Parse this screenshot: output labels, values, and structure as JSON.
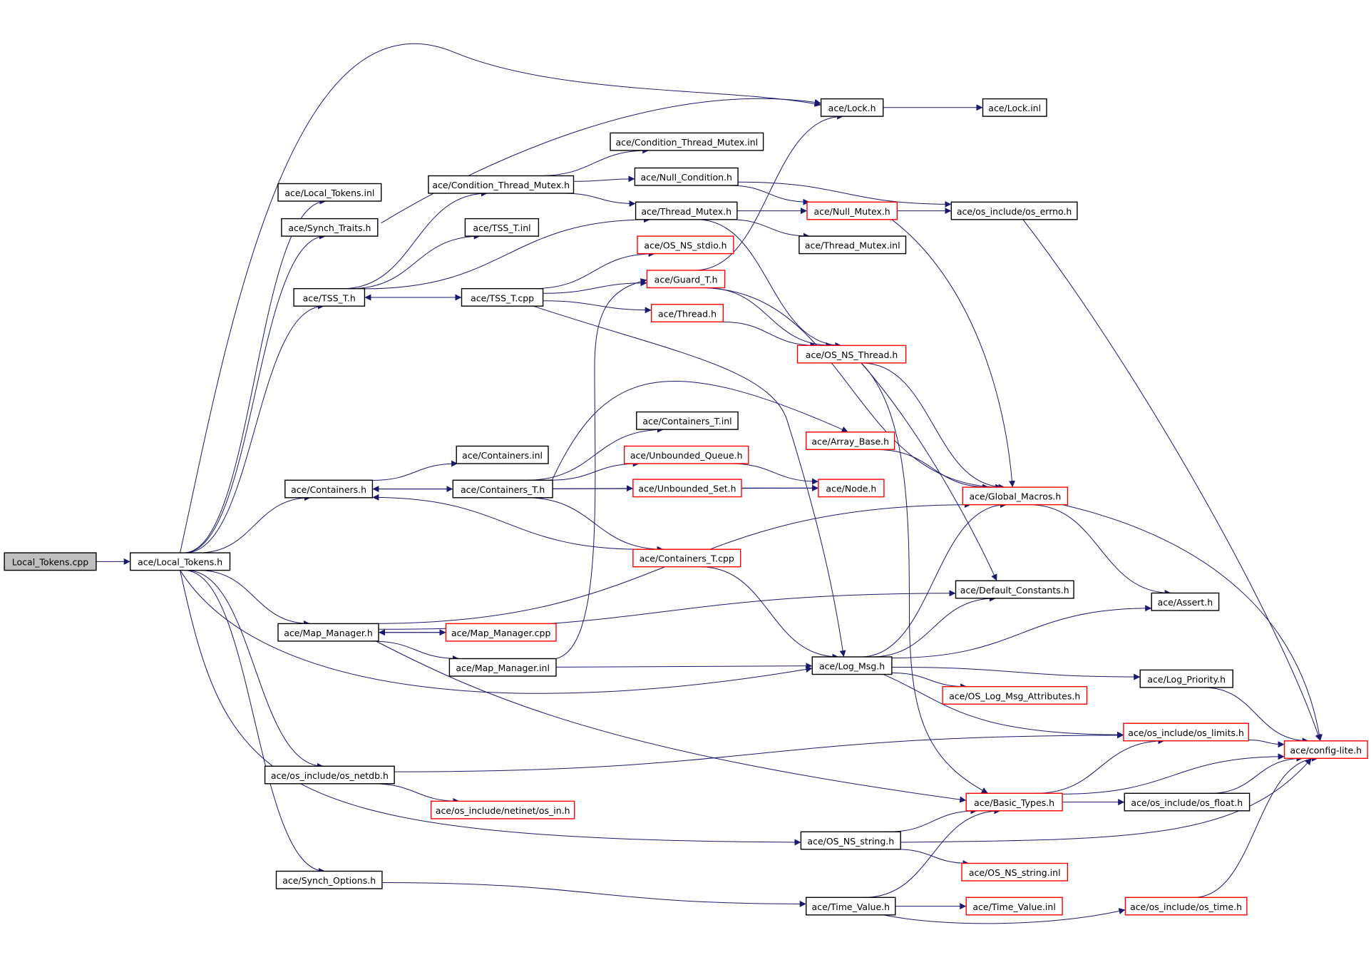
{
  "colors": {
    "edge": "#191970",
    "normal_border": "#000000",
    "truncated_border": "#ff0000",
    "root_fill": "#bfbfbf",
    "node_fill": "#ffffff"
  },
  "nodes": [
    {
      "id": "n_local_tokens_cpp",
      "label": "Local_Tokens.cpp",
      "kind": "root"
    },
    {
      "id": "n_local_tokens_h",
      "label": "ace/Local_Tokens.h",
      "kind": "normal"
    },
    {
      "id": "n_local_tokens_inl",
      "label": "ace/Local_Tokens.inl",
      "kind": "normal"
    },
    {
      "id": "n_synch_traits",
      "label": "ace/Synch_Traits.h",
      "kind": "normal"
    },
    {
      "id": "n_tss_t_h",
      "label": "ace/TSS_T.h",
      "kind": "normal"
    },
    {
      "id": "n_containers_h",
      "label": "ace/Containers.h",
      "kind": "normal"
    },
    {
      "id": "n_map_manager_h",
      "label": "ace/Map_Manager.h",
      "kind": "normal"
    },
    {
      "id": "n_os_netdb",
      "label": "ace/os_include/os_netdb.h",
      "kind": "normal"
    },
    {
      "id": "n_synch_options",
      "label": "ace/Synch_Options.h",
      "kind": "normal"
    },
    {
      "id": "n_lock_h",
      "label": "ace/Lock.h",
      "kind": "normal"
    },
    {
      "id": "n_lock_inl",
      "label": "ace/Lock.inl",
      "kind": "normal"
    },
    {
      "id": "n_cond_mutex_inl",
      "label": "ace/Condition_Thread_Mutex.inl",
      "kind": "normal"
    },
    {
      "id": "n_cond_mutex_h",
      "label": "ace/Condition_Thread_Mutex.h",
      "kind": "normal"
    },
    {
      "id": "n_null_condition",
      "label": "ace/Null_Condition.h",
      "kind": "normal"
    },
    {
      "id": "n_thread_mutex_h",
      "label": "ace/Thread_Mutex.h",
      "kind": "normal"
    },
    {
      "id": "n_null_mutex",
      "label": "ace/Null_Mutex.h",
      "kind": "truncated"
    },
    {
      "id": "n_os_errno",
      "label": "ace/os_include/os_errno.h",
      "kind": "normal"
    },
    {
      "id": "n_thread_mutex_inl",
      "label": "ace/Thread_Mutex.inl",
      "kind": "normal"
    },
    {
      "id": "n_tss_t_inl",
      "label": "ace/TSS_T.inl",
      "kind": "normal"
    },
    {
      "id": "n_os_ns_stdio",
      "label": "ace/OS_NS_stdio.h",
      "kind": "truncated"
    },
    {
      "id": "n_tss_t_cpp",
      "label": "ace/TSS_T.cpp",
      "kind": "normal"
    },
    {
      "id": "n_guard_t",
      "label": "ace/Guard_T.h",
      "kind": "truncated"
    },
    {
      "id": "n_thread_h",
      "label": "ace/Thread.h",
      "kind": "truncated"
    },
    {
      "id": "n_os_ns_thread",
      "label": "ace/OS_NS_Thread.h",
      "kind": "truncated"
    },
    {
      "id": "n_containers_t_inl",
      "label": "ace/Containers_T.inl",
      "kind": "normal"
    },
    {
      "id": "n_array_base",
      "label": "ace/Array_Base.h",
      "kind": "truncated"
    },
    {
      "id": "n_containers_inl",
      "label": "ace/Containers.inl",
      "kind": "normal"
    },
    {
      "id": "n_unbounded_queue",
      "label": "ace/Unbounded_Queue.h",
      "kind": "truncated"
    },
    {
      "id": "n_containers_t_h",
      "label": "ace/Containers_T.h",
      "kind": "normal"
    },
    {
      "id": "n_unbounded_set",
      "label": "ace/Unbounded_Set.h",
      "kind": "truncated"
    },
    {
      "id": "n_node_h",
      "label": "ace/Node.h",
      "kind": "truncated"
    },
    {
      "id": "n_global_macros",
      "label": "ace/Global_Macros.h",
      "kind": "truncated"
    },
    {
      "id": "n_containers_t_cpp",
      "label": "ace/Containers_T.cpp",
      "kind": "truncated"
    },
    {
      "id": "n_default_constants",
      "label": "ace/Default_Constants.h",
      "kind": "normal"
    },
    {
      "id": "n_assert",
      "label": "ace/Assert.h",
      "kind": "normal"
    },
    {
      "id": "n_map_manager_cpp",
      "label": "ace/Map_Manager.cpp",
      "kind": "truncated"
    },
    {
      "id": "n_map_manager_inl",
      "label": "ace/Map_Manager.inl",
      "kind": "normal"
    },
    {
      "id": "n_log_msg",
      "label": "ace/Log_Msg.h",
      "kind": "normal"
    },
    {
      "id": "n_log_priority",
      "label": "ace/Log_Priority.h",
      "kind": "normal"
    },
    {
      "id": "n_os_log_msg_attr",
      "label": "ace/OS_Log_Msg_Attributes.h",
      "kind": "truncated"
    },
    {
      "id": "n_os_limits",
      "label": "ace/os_include/os_limits.h",
      "kind": "truncated"
    },
    {
      "id": "n_config_lite",
      "label": "ace/config-lite.h",
      "kind": "truncated"
    },
    {
      "id": "n_os_in",
      "label": "ace/os_include/netinet/os_in.h",
      "kind": "truncated"
    },
    {
      "id": "n_basic_types",
      "label": "ace/Basic_Types.h",
      "kind": "truncated"
    },
    {
      "id": "n_os_float",
      "label": "ace/os_include/os_float.h",
      "kind": "normal"
    },
    {
      "id": "n_os_ns_string",
      "label": "ace/OS_NS_string.h",
      "kind": "normal"
    },
    {
      "id": "n_os_ns_string_inl",
      "label": "ace/OS_NS_string.inl",
      "kind": "truncated"
    },
    {
      "id": "n_time_value",
      "label": "ace/Time_Value.h",
      "kind": "normal"
    },
    {
      "id": "n_time_value_inl",
      "label": "ace/Time_Value.inl",
      "kind": "truncated"
    },
    {
      "id": "n_os_time",
      "label": "ace/os_include/os_time.h",
      "kind": "truncated"
    }
  ],
  "edges": [
    [
      "n_local_tokens_cpp",
      "n_local_tokens_h"
    ],
    [
      "n_local_tokens_h",
      "n_local_tokens_inl"
    ],
    [
      "n_local_tokens_h",
      "n_synch_traits"
    ],
    [
      "n_local_tokens_h",
      "n_lock_h"
    ],
    [
      "n_local_tokens_h",
      "n_tss_t_h"
    ],
    [
      "n_local_tokens_h",
      "n_containers_h"
    ],
    [
      "n_local_tokens_h",
      "n_map_manager_h"
    ],
    [
      "n_local_tokens_h",
      "n_log_msg"
    ],
    [
      "n_local_tokens_h",
      "n_os_netdb"
    ],
    [
      "n_local_tokens_h",
      "n_os_ns_string"
    ],
    [
      "n_local_tokens_h",
      "n_synch_options"
    ],
    [
      "n_synch_traits",
      "n_lock_h"
    ],
    [
      "n_lock_h",
      "n_lock_inl"
    ],
    [
      "n_tss_t_h",
      "n_cond_mutex_h"
    ],
    [
      "n_tss_t_h",
      "n_tss_t_inl"
    ],
    [
      "n_tss_t_h",
      "n_tss_t_cpp"
    ],
    [
      "n_tss_t_h",
      "n_thread_mutex_h"
    ],
    [
      "n_tss_t_cpp",
      "n_tss_t_h"
    ],
    [
      "n_tss_t_cpp",
      "n_os_ns_stdio"
    ],
    [
      "n_tss_t_cpp",
      "n_guard_t"
    ],
    [
      "n_tss_t_cpp",
      "n_thread_h"
    ],
    [
      "n_tss_t_cpp",
      "n_log_msg"
    ],
    [
      "n_cond_mutex_h",
      "n_cond_mutex_inl"
    ],
    [
      "n_cond_mutex_h",
      "n_null_condition"
    ],
    [
      "n_cond_mutex_h",
      "n_thread_mutex_h"
    ],
    [
      "n_null_condition",
      "n_null_mutex"
    ],
    [
      "n_null_condition",
      "n_os_errno"
    ],
    [
      "n_thread_mutex_h",
      "n_null_mutex"
    ],
    [
      "n_thread_mutex_h",
      "n_thread_mutex_inl"
    ],
    [
      "n_thread_mutex_h",
      "n_os_ns_thread"
    ],
    [
      "n_null_mutex",
      "n_os_errno"
    ],
    [
      "n_null_mutex",
      "n_global_macros"
    ],
    [
      "n_os_errno",
      "n_config_lite"
    ],
    [
      "n_guard_t",
      "n_lock_h"
    ],
    [
      "n_guard_t",
      "n_os_ns_thread"
    ],
    [
      "n_guard_t",
      "n_global_macros"
    ],
    [
      "n_thread_h",
      "n_os_ns_thread"
    ],
    [
      "n_os_ns_thread",
      "n_global_macros"
    ],
    [
      "n_os_ns_thread",
      "n_default_constants"
    ],
    [
      "n_os_ns_thread",
      "n_basic_types"
    ],
    [
      "n_containers_h",
      "n_containers_inl"
    ],
    [
      "n_containers_h",
      "n_containers_t_h"
    ],
    [
      "n_containers_t_h",
      "n_containers_h"
    ],
    [
      "n_containers_t_h",
      "n_containers_t_inl"
    ],
    [
      "n_containers_t_h",
      "n_array_base"
    ],
    [
      "n_containers_t_h",
      "n_unbounded_queue"
    ],
    [
      "n_containers_t_h",
      "n_unbounded_set"
    ],
    [
      "n_containers_t_h",
      "n_node_h"
    ],
    [
      "n_containers_t_h",
      "n_containers_t_cpp"
    ],
    [
      "n_unbounded_queue",
      "n_node_h"
    ],
    [
      "n_unbounded_set",
      "n_node_h"
    ],
    [
      "n_array_base",
      "n_global_macros"
    ],
    [
      "n_containers_t_cpp",
      "n_containers_h"
    ],
    [
      "n_containers_t_cpp",
      "n_log_msg"
    ],
    [
      "n_map_manager_h",
      "n_global_macros"
    ],
    [
      "n_map_manager_h",
      "n_default_constants"
    ],
    [
      "n_map_manager_h",
      "n_map_manager_cpp"
    ],
    [
      "n_map_manager_h",
      "n_map_manager_inl"
    ],
    [
      "n_map_manager_h",
      "n_basic_types"
    ],
    [
      "n_map_manager_cpp",
      "n_map_manager_h"
    ],
    [
      "n_map_manager_inl",
      "n_guard_t"
    ],
    [
      "n_map_manager_inl",
      "n_log_msg"
    ],
    [
      "n_global_macros",
      "n_assert"
    ],
    [
      "n_global_macros",
      "n_config_lite"
    ],
    [
      "n_log_msg",
      "n_global_macros"
    ],
    [
      "n_log_msg",
      "n_default_constants"
    ],
    [
      "n_log_msg",
      "n_assert"
    ],
    [
      "n_log_msg",
      "n_log_priority"
    ],
    [
      "n_log_msg",
      "n_os_log_msg_attr"
    ],
    [
      "n_log_msg",
      "n_os_limits"
    ],
    [
      "n_log_priority",
      "n_config_lite"
    ],
    [
      "n_os_limits",
      "n_config_lite"
    ],
    [
      "n_os_netdb",
      "n_os_limits"
    ],
    [
      "n_os_netdb",
      "n_os_in"
    ],
    [
      "n_basic_types",
      "n_os_limits"
    ],
    [
      "n_basic_types",
      "n_config_lite"
    ],
    [
      "n_basic_types",
      "n_os_float"
    ],
    [
      "n_os_float",
      "n_config_lite"
    ],
    [
      "n_os_ns_string",
      "n_basic_types"
    ],
    [
      "n_os_ns_string",
      "n_os_ns_string_inl"
    ],
    [
      "n_os_ns_string",
      "n_config_lite"
    ],
    [
      "n_synch_options",
      "n_time_value"
    ],
    [
      "n_time_value",
      "n_basic_types"
    ],
    [
      "n_time_value",
      "n_time_value_inl"
    ],
    [
      "n_time_value",
      "n_os_time"
    ],
    [
      "n_os_time",
      "n_config_lite"
    ]
  ]
}
